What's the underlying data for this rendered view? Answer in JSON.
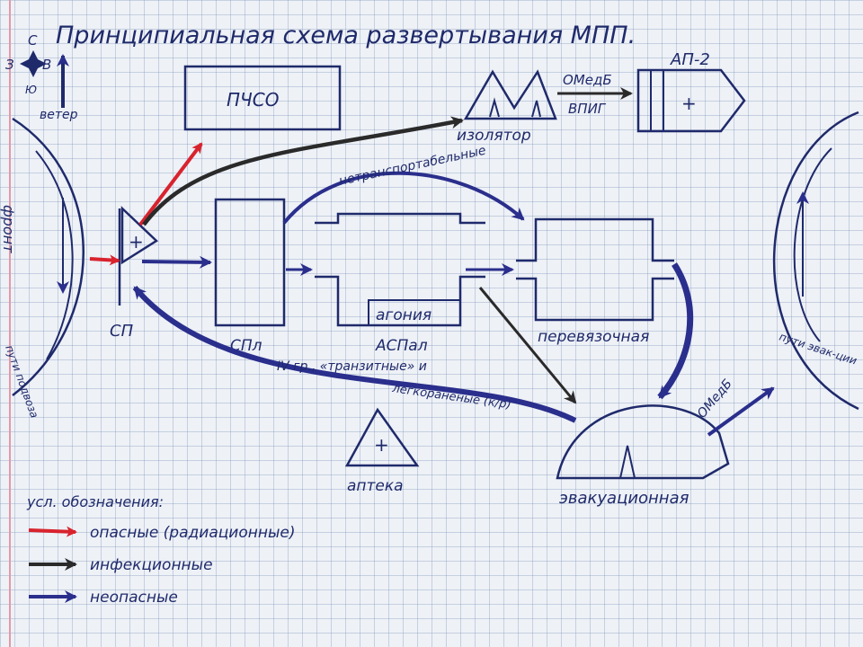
{
  "title": "Принципиальная схема развертывания МПП.",
  "compass": {
    "n": "С",
    "w": "З",
    "e": "В",
    "s": "Ю"
  },
  "wind_label": "ветер",
  "front_label": "фронт",
  "route_in_label": "пути подвоза",
  "route_out_label": "пути эвак-ции",
  "nodes": {
    "sp": "СП",
    "sp_plus": "+",
    "pcso": "ПЧСО",
    "isolator": "изолятор",
    "ap2": "АП-2",
    "ap2_plus": "+",
    "spl": "СПл",
    "agony": "агония",
    "aspal": "АСПал",
    "dressing": "перевязочная",
    "evac": "эвакуационная",
    "pharmacy": "аптека",
    "pharmacy_plus": "+"
  },
  "edge_labels": {
    "omedb_top": "ОМедБ",
    "vpig": "ВПИГ",
    "nontransportable": "нетранспортабельные",
    "transit_group": "IV гр., «транзитные» и",
    "lightly_wounded": "легкораненые (к/р)",
    "omedb_exit": "ОМедБ"
  },
  "legend": {
    "title": "усл. обозначения:",
    "items": [
      {
        "label": "опасные (радиационные)",
        "color": "#d8232e"
      },
      {
        "label": "инфекционные",
        "color": "#2a2a2a"
      },
      {
        "label": "неопасные",
        "color": "#2a2e8c"
      }
    ]
  },
  "colors": {
    "ink": "#1f2a6b",
    "red": "#d8232e",
    "black": "#2a2a2a",
    "blue": "#2a2e8c"
  }
}
